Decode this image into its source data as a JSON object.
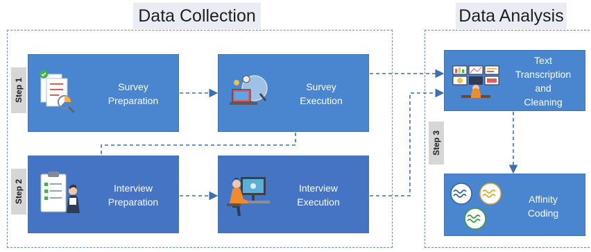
{
  "sections": {
    "collection_title": "Data Collection",
    "analysis_title": "Data Analysis"
  },
  "steps": {
    "step1": "Step 1",
    "step2": "Step 2",
    "step3": "Step 3"
  },
  "boxes": {
    "survey_prep": [
      "Survey",
      "Preparation"
    ],
    "survey_exec": [
      "Survey",
      "Execution"
    ],
    "interview_prep": [
      "Interview",
      "Preparation"
    ],
    "interview_exec": [
      "Interview",
      "Execution"
    ],
    "transcription": [
      "Text",
      "Transcription",
      "and",
      "Cleaning"
    ],
    "affinity": [
      "Affinity",
      "Coding"
    ]
  },
  "icons": {
    "survey_prep": "survey-checklist-icon",
    "survey_exec": "survey-globe-icon",
    "interview_prep": "interview-clipboard-icon",
    "interview_exec": "person-at-computer-icon",
    "transcription": "dashboard-screens-icon",
    "affinity": "affinity-clusters-icon"
  },
  "colors": {
    "box_primary": "#4a86cf",
    "box_secondary": "#4574c4",
    "arrow": "#3d6fb3",
    "frame": "#6f8db7"
  }
}
